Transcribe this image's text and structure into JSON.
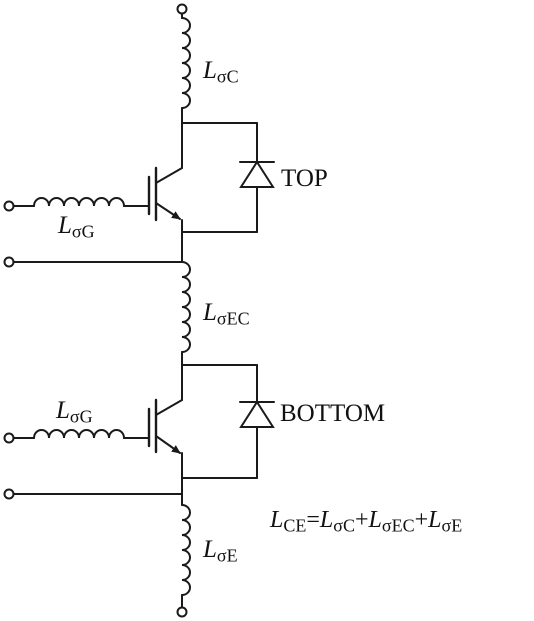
{
  "labels": {
    "l_sigma_c": {
      "symbol": "L",
      "sub": "σC"
    },
    "l_sigma_g_top": {
      "symbol": "L",
      "sub": "σG"
    },
    "l_sigma_ec": {
      "symbol": "L",
      "sub": "σEC"
    },
    "l_sigma_g_bottom": {
      "symbol": "L",
      "sub": "σG"
    },
    "l_sigma_e": {
      "symbol": "L",
      "sub": "σE"
    },
    "top": "TOP",
    "bottom": "BOTTOM"
  },
  "equation": {
    "lhs_symbol": "L",
    "lhs_sub": "CE",
    "eq": "=",
    "t1_symbol": "L",
    "t1_sub": "σC",
    "plus1": "+",
    "t2_symbol": "L",
    "t2_sub": "σEC",
    "plus2": "+",
    "t3_symbol": "L",
    "t3_sub": "σE"
  },
  "colors": {
    "line": "#1a1a1a",
    "background": "#ffffff"
  }
}
